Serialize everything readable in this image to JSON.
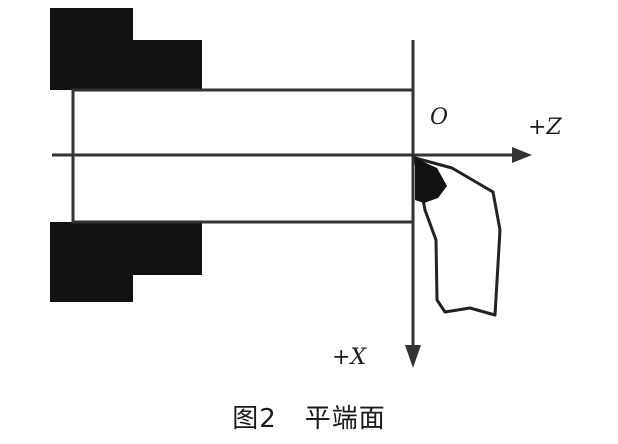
{
  "diagram": {
    "origin_label": "O",
    "z_axis_label": "+Z",
    "x_axis_label": "+X"
  },
  "caption": {
    "figure_number": "图2",
    "title": "平端面"
  }
}
